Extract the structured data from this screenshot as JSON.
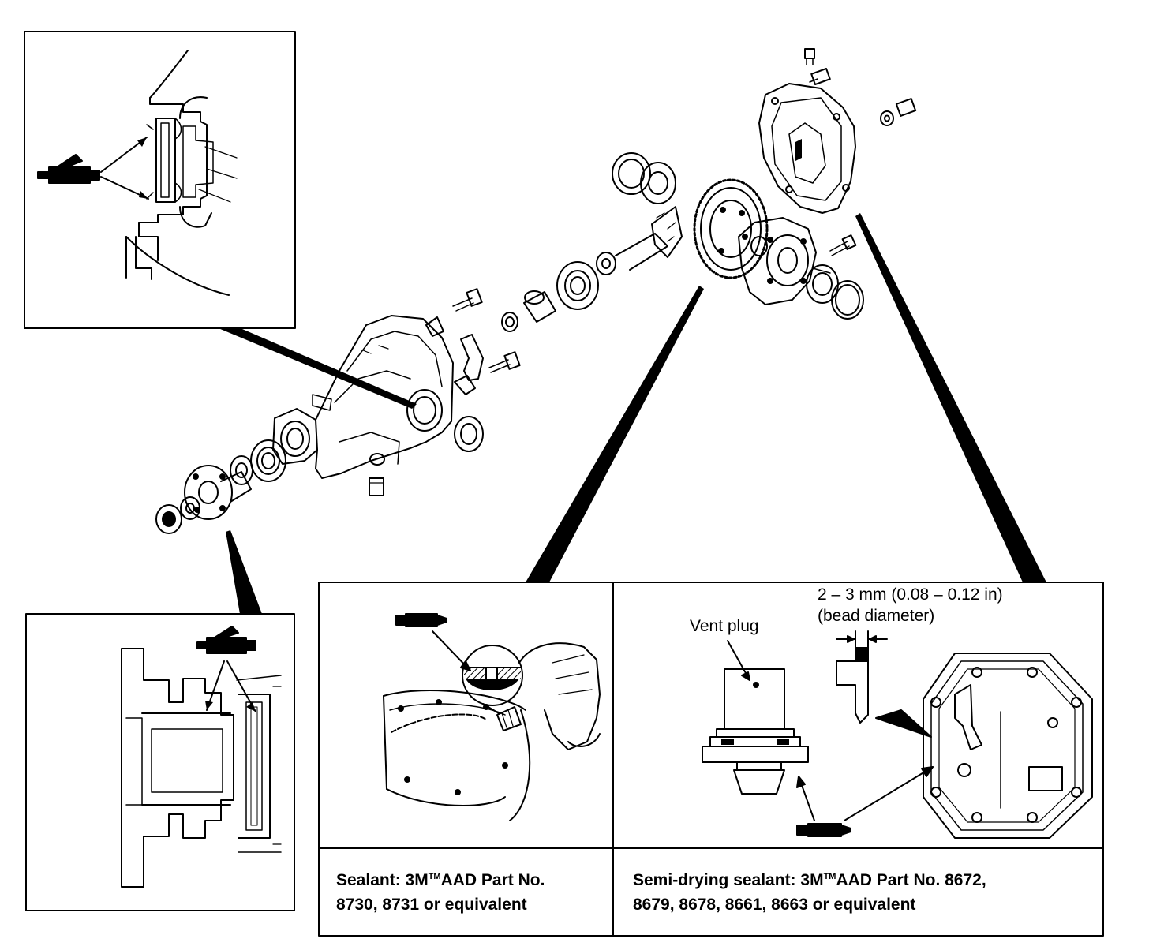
{
  "labels": {
    "vent_plug": "Vent plug",
    "bead_range": "2 – 3 mm (0.08 – 0.12 in)",
    "bead_note": "(bead diameter)"
  },
  "sealant_a": {
    "line1_pre": "Sealant: 3M",
    "tm": "TM",
    "line1_post": "AAD Part No.",
    "line2": "8730, 8731 or equivalent"
  },
  "sealant_b": {
    "line1_pre": "Semi-drying sealant: 3M",
    "tm": "TM",
    "line1_post": "AAD Part No. 8672,",
    "line2": "8679, 8678, 8661, 8663 or equivalent"
  },
  "icons": [
    "sealant-tube-icon",
    "sealant-gun-icon"
  ]
}
